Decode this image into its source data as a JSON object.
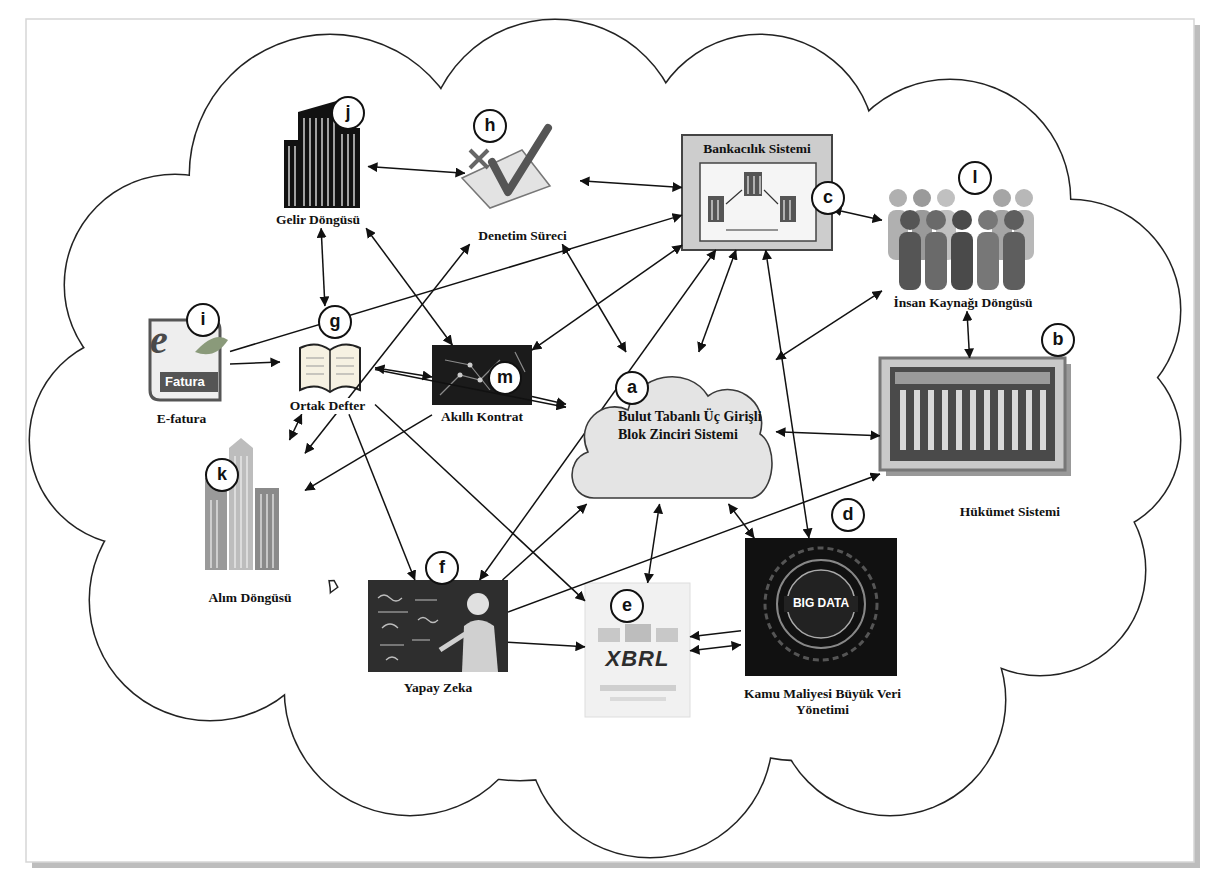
{
  "diagram": {
    "nodes": [
      {
        "text": [
          "Gelir Döngüsü"
        ]
      },
      {
        "text": [
          "j"
        ],
        "in": 0
      },
      {
        "text": [
          "Denetim Süreci"
        ]
      },
      {
        "text": [
          "h"
        ],
        "in": 2
      },
      {
        "text": [
          "Bankacılık Sistemi"
        ]
      },
      {
        "text": [
          "c"
        ],
        "in": 4
      },
      {
        "text": [
          "İnsan Kaynağı Döngüsü"
        ]
      },
      {
        "text": [
          "l"
        ],
        "in": 6
      },
      {
        "text": [
          "E-fatura"
        ]
      },
      {
        "text": [
          "i"
        ],
        "in": 8
      },
      {
        "text": [
          "Ortak Defter"
        ]
      },
      {
        "text": [
          "g"
        ],
        "in": 10
      },
      {
        "text": [
          "Akıllı Kontrat"
        ]
      },
      {
        "text": [
          "m"
        ],
        "in": 12
      },
      {
        "text": [
          "Bulut Tabanlı Üç Girişli Blok Zinciri Sistemi"
        ]
      },
      {
        "text": [
          "a"
        ],
        "in": 14
      },
      {
        "text": [
          "Hükümet Sistemi"
        ]
      },
      {
        "text": [
          "b"
        ],
        "in": 16
      },
      {
        "text": [
          "Alım Döngüsü"
        ]
      },
      {
        "text": [
          "k"
        ],
        "in": 18
      },
      {
        "text": [
          "Yapay Zeka"
        ]
      },
      {
        "text": [
          "f"
        ],
        "in": 20
      },
      {
        "text": [
          "XBRL"
        ]
      },
      {
        "text": [
          "e"
        ],
        "in": 22
      },
      {
        "text": [
          "Kamu Maliyesi Büyük Veri Yönetimi"
        ]
      },
      {
        "text": [
          "d"
        ],
        "in": 24
      }
    ],
    "edges": [
      {
        "from": 0,
        "to": 2,
        "arrow": "both"
      },
      {
        "from": 2,
        "to": 4,
        "arrow": "both"
      },
      {
        "from": 4,
        "to": 6,
        "arrow": "both"
      },
      {
        "from": 6,
        "to": 16,
        "arrow": "both"
      },
      {
        "from": 0,
        "to": 10,
        "arrow": "both"
      },
      {
        "from": 0,
        "to": 12,
        "arrow": "both"
      },
      {
        "from": 8,
        "to": 10,
        "arrow": "to"
      },
      {
        "from": 8,
        "to": 4,
        "arrow": "to"
      },
      {
        "from": 10,
        "to": 12,
        "arrow": "both"
      },
      {
        "from": 10,
        "to": 14,
        "arrow": "to"
      },
      {
        "from": 10,
        "to": 20,
        "arrow": "to"
      },
      {
        "from": 10,
        "to": 22,
        "arrow": "to"
      },
      {
        "from": 18,
        "to": 10,
        "arrow": "both"
      },
      {
        "from": 12,
        "to": 18,
        "arrow": "to"
      },
      {
        "from": 2,
        "to": 18,
        "arrow": "both"
      },
      {
        "from": 12,
        "to": 14,
        "arrow": "to"
      },
      {
        "from": 12,
        "to": 4,
        "arrow": "both"
      },
      {
        "from": 2,
        "to": 14,
        "arrow": "both"
      },
      {
        "from": 14,
        "to": 4,
        "arrow": "both"
      },
      {
        "from": 6,
        "to": 14,
        "arrow": "both"
      },
      {
        "from": 14,
        "to": 16,
        "arrow": "both"
      },
      {
        "from": 14,
        "to": 24,
        "arrow": "both"
      },
      {
        "from": 4,
        "to": 24,
        "arrow": "both"
      },
      {
        "from": 20,
        "to": 4,
        "arrow": "both"
      },
      {
        "from": 20,
        "to": 14,
        "arrow": "to"
      },
      {
        "from": 20,
        "to": 22,
        "arrow": "to"
      },
      {
        "from": 20,
        "to": 16,
        "arrow": "to"
      },
      {
        "from": 22,
        "to": 14,
        "arrow": "both"
      },
      {
        "from": 24,
        "to": 22,
        "arrow": "to"
      },
      {
        "from": 22,
        "to": 24,
        "arrow": "both"
      }
    ],
    "labels": [
      "e",
      "Fatura",
      "BIG DATA"
    ]
  }
}
